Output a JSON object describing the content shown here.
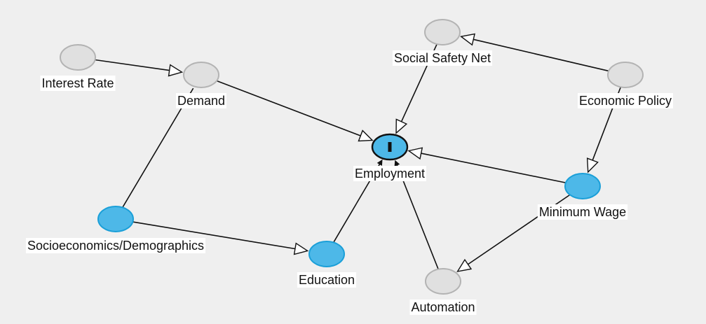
{
  "diagram": {
    "colors": {
      "background": "#efefef",
      "node_gray_fill": "#e0e0e0",
      "node_gray_stroke": "#b3b3b3",
      "node_blue_fill": "#4db8e8",
      "node_blue_stroke": "#1a9fd8",
      "edge": "#111111",
      "label_bg": "#ffffff"
    },
    "nodes": [
      {
        "id": "interest-rate",
        "label": "Interest Rate",
        "type": "gray"
      },
      {
        "id": "demand",
        "label": "Demand",
        "type": "gray"
      },
      {
        "id": "social-safety-net",
        "label": "Social Safety Net",
        "type": "gray"
      },
      {
        "id": "economic-policy",
        "label": "Economic Policy",
        "type": "gray"
      },
      {
        "id": "employment",
        "label": "Employment",
        "type": "outcome"
      },
      {
        "id": "minimum-wage",
        "label": "Minimum Wage",
        "type": "blue"
      },
      {
        "id": "socioeconomics",
        "label": "Socioeconomics/Demographics",
        "type": "blue"
      },
      {
        "id": "education",
        "label": "Education",
        "type": "blue"
      },
      {
        "id": "automation",
        "label": "Automation",
        "type": "gray"
      }
    ],
    "edges": [
      {
        "from": "interest-rate",
        "to": "demand",
        "head": "open"
      },
      {
        "from": "demand",
        "to": "employment",
        "head": "open"
      },
      {
        "from": "socioeconomics",
        "to": "demand",
        "head": "none"
      },
      {
        "from": "socioeconomics",
        "to": "education",
        "head": "open"
      },
      {
        "from": "education",
        "to": "employment",
        "head": "small"
      },
      {
        "from": "social-safety-net",
        "to": "employment",
        "head": "open"
      },
      {
        "from": "economic-policy",
        "to": "social-safety-net",
        "head": "open"
      },
      {
        "from": "economic-policy",
        "to": "minimum-wage",
        "head": "open"
      },
      {
        "from": "minimum-wage",
        "to": "employment",
        "head": "open"
      },
      {
        "from": "minimum-wage",
        "to": "automation",
        "head": "open"
      },
      {
        "from": "automation",
        "to": "employment",
        "head": "small"
      }
    ]
  }
}
